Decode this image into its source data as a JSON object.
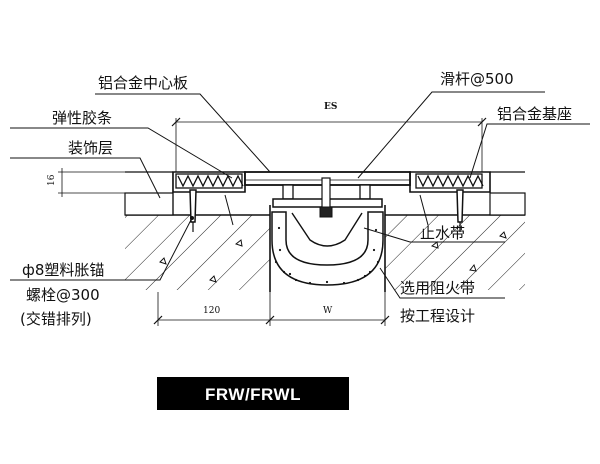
{
  "labels": {
    "center_plate": "铝合金中心板",
    "slide_bar": "滑杆@500",
    "elastic_strip": "弹性胶条",
    "finish_layer": "装饰层",
    "base_seat": "铝合金基座",
    "waterstop": "止水带",
    "anchor_line1": "ф8塑料胀锚",
    "anchor_line2": "螺栓@300",
    "anchor_line3": "(交错排列)",
    "fire_line1": "选用阻火带",
    "fire_line2": "按工程设计"
  },
  "dimensions": {
    "es": "ES",
    "height": "16",
    "edge": "120",
    "width": "W"
  },
  "model_label": "FRW/FRWL",
  "colors": {
    "ink": "#111111",
    "badge_bg": "#000000",
    "badge_text": "#ffffff"
  }
}
